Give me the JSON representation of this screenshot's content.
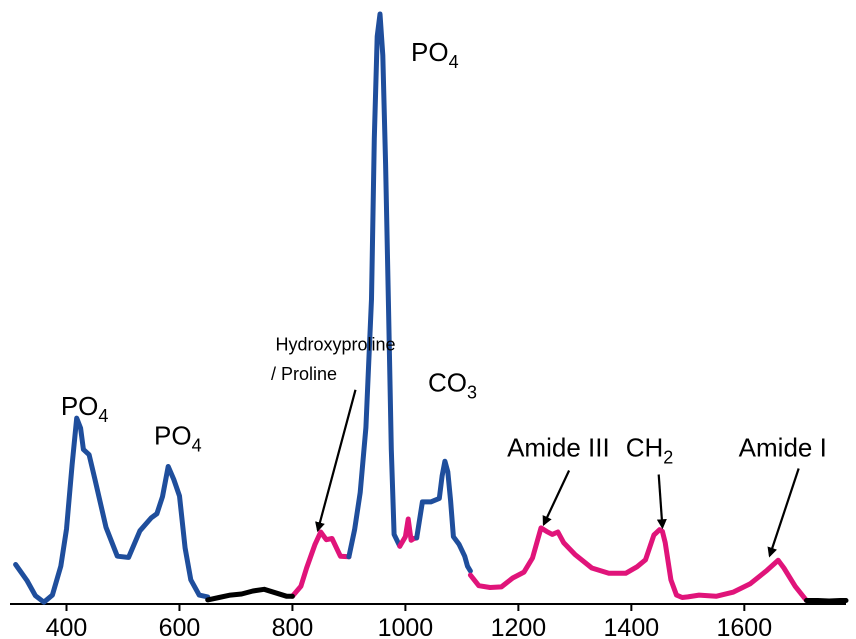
{
  "chart_data": {
    "type": "line",
    "xlim": [
      300,
      1780
    ],
    "ylim": [
      0,
      100
    ],
    "xticks": [
      400,
      600,
      800,
      1000,
      1200,
      1400,
      1600
    ],
    "xtick_labels": [
      "400",
      "600",
      "800",
      "1000",
      "1200",
      "1400",
      "1600"
    ],
    "ylabel": "",
    "xlabel": "",
    "grid": false,
    "legend": "none",
    "colors": {
      "blue": "#1f4e9c",
      "magenta": "#e0147a",
      "black": "#000000"
    },
    "series": [
      {
        "color": "#1f4e9c",
        "x": [
          310,
          330,
          345,
          360,
          375,
          390,
          400,
          410,
          418,
          425,
          430,
          440,
          450,
          470,
          490,
          510,
          530,
          550,
          560,
          570,
          580,
          590,
          600,
          610,
          620,
          635,
          650
        ],
        "y": [
          6.7,
          4.0,
          1.4,
          0.3,
          1.5,
          6.4,
          12.7,
          23.6,
          31.5,
          29.8,
          26.2,
          25.3,
          21.3,
          13.0,
          8.1,
          7.9,
          12.4,
          14.6,
          15.3,
          18.2,
          23.3,
          21.1,
          18.3,
          9.5,
          4.1,
          1.5,
          1.2
        ]
      },
      {
        "color": "#e0147a",
        "x": [
          800,
          815,
          825,
          840,
          850,
          860,
          870,
          885,
          900
        ],
        "y": [
          1.3,
          3.0,
          6.1,
          10.1,
          12.2,
          10.9,
          11.1,
          8.1,
          8.0
        ]
      },
      {
        "color": "#1f4e9c",
        "x": [
          900,
          910,
          920,
          930,
          940,
          945,
          950,
          955,
          960,
          965,
          970,
          975,
          980,
          990
        ],
        "y": [
          8.0,
          12.6,
          18.9,
          29.9,
          51.7,
          78.9,
          96.2,
          100,
          93.0,
          74.5,
          50.4,
          26.2,
          11.8,
          9.8
        ]
      },
      {
        "color": "#e0147a",
        "x": [
          990,
          1000,
          1005,
          1010,
          1015,
          1020
        ],
        "y": [
          9.8,
          11.4,
          14.4,
          10.8,
          11.1,
          11.2
        ]
      },
      {
        "color": "#1f4e9c",
        "x": [
          1020,
          1030,
          1045,
          1060,
          1065,
          1070,
          1075,
          1080,
          1085,
          1095,
          1105,
          1110,
          1115
        ],
        "y": [
          11.2,
          17.3,
          17.3,
          17.9,
          21.7,
          24.2,
          22.4,
          17.5,
          11.4,
          10.1,
          8.1,
          6.4,
          5.6
        ]
      },
      {
        "color": "#e0147a",
        "x": [
          1115,
          1130,
          1150,
          1170,
          1190,
          1210,
          1225,
          1240,
          1250,
          1260,
          1270,
          1280,
          1300,
          1330,
          1360,
          1390,
          1410,
          1425,
          1440,
          1450,
          1455,
          1460,
          1470,
          1480,
          1490,
          1500,
          1520,
          1550,
          1580,
          1610,
          1640,
          1660,
          1670,
          1690,
          1710
        ],
        "y": [
          4.9,
          3.1,
          2.8,
          2.9,
          4.4,
          5.4,
          7.8,
          12.9,
          12.3,
          11.8,
          12.2,
          10.4,
          8.4,
          6.1,
          5.2,
          5.2,
          6.3,
          7.5,
          11.7,
          12.6,
          12.3,
          10.4,
          4.1,
          1.5,
          1.1,
          1.2,
          1.5,
          1.3,
          2.0,
          3.4,
          5.7,
          7.4,
          6.1,
          3.0,
          0.6
        ]
      },
      {
        "color": "#000000",
        "x": [
          650,
          670,
          690,
          710,
          730,
          750,
          770,
          790,
          800
        ],
        "y": [
          0.7,
          1.1,
          1.5,
          1.7,
          2.2,
          2.5,
          1.9,
          1.3,
          1.3
        ]
      },
      {
        "color": "#000000",
        "x": [
          1710,
          1730,
          1750,
          1770,
          1780
        ],
        "y": [
          0.6,
          0.6,
          0.5,
          0.6,
          0.6
        ]
      }
    ],
    "annotations": [
      {
        "text": "PO",
        "sub": "4",
        "x": 390,
        "y": 32,
        "size": "large"
      },
      {
        "text": "PO",
        "sub": "4",
        "x": 555,
        "y": 27,
        "size": "large"
      },
      {
        "text": "PO",
        "sub": "4",
        "x": 1010,
        "y": 92,
        "size": "large"
      },
      {
        "text": "CO",
        "sub": "3",
        "x": 1040,
        "y": 36,
        "size": "large"
      },
      {
        "text": "Hydroxyproline",
        "sub": "",
        "x": 770,
        "y": 43,
        "size": "small",
        "arrow_to": [
          845,
          12.5
        ]
      },
      {
        "text": "/ Proline",
        "sub": "",
        "x": 762,
        "y": 38,
        "size": "small"
      },
      {
        "text": "Amide III",
        "sub": "",
        "x": 1180,
        "y": 25,
        "size": "large",
        "arrow_to": [
          1245,
          13.5
        ]
      },
      {
        "text": "CH",
        "sub": "2",
        "x": 1390,
        "y": 25,
        "size": "large",
        "arrow_to": [
          1455,
          13.0
        ]
      },
      {
        "text": "Amide I",
        "sub": "",
        "x": 1590,
        "y": 25,
        "size": "large",
        "arrow_to": [
          1645,
          8.2
        ]
      }
    ]
  }
}
